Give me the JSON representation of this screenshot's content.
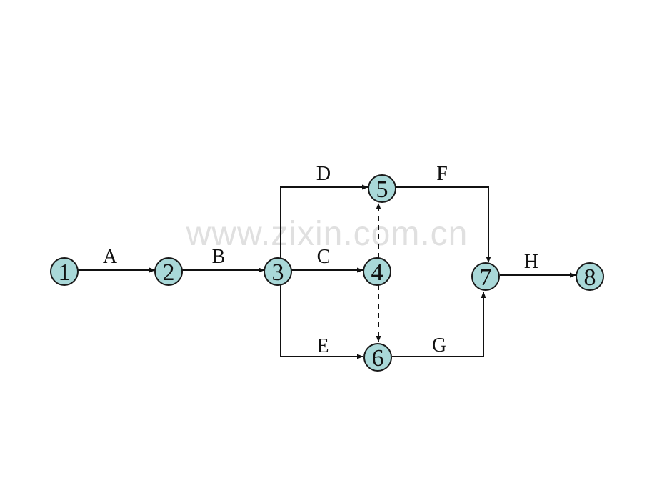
{
  "diagram": {
    "nodes": [
      {
        "id": "1",
        "label": "1"
      },
      {
        "id": "2",
        "label": "2"
      },
      {
        "id": "3",
        "label": "3"
      },
      {
        "id": "4",
        "label": "4"
      },
      {
        "id": "5",
        "label": "5"
      },
      {
        "id": "6",
        "label": "6"
      },
      {
        "id": "7",
        "label": "7"
      },
      {
        "id": "8",
        "label": "8"
      }
    ],
    "edges": [
      {
        "from": "1",
        "to": "2",
        "label": "A",
        "style": "solid"
      },
      {
        "from": "2",
        "to": "3",
        "label": "B",
        "style": "solid"
      },
      {
        "from": "3",
        "to": "4",
        "label": "C",
        "style": "solid"
      },
      {
        "from": "3",
        "to": "5",
        "label": "D",
        "style": "solid"
      },
      {
        "from": "3",
        "to": "6",
        "label": "E",
        "style": "solid"
      },
      {
        "from": "5",
        "to": "7",
        "label": "F",
        "style": "solid"
      },
      {
        "from": "6",
        "to": "7",
        "label": "G",
        "style": "solid"
      },
      {
        "from": "7",
        "to": "8",
        "label": "H",
        "style": "solid"
      },
      {
        "from": "4",
        "to": "5",
        "label": "",
        "style": "dashed"
      },
      {
        "from": "4",
        "to": "6",
        "label": "",
        "style": "dashed"
      }
    ],
    "colors": {
      "node_fill": "#a9d8d8",
      "stroke": "#111111"
    },
    "watermark": "www.zixin.com.cn"
  }
}
